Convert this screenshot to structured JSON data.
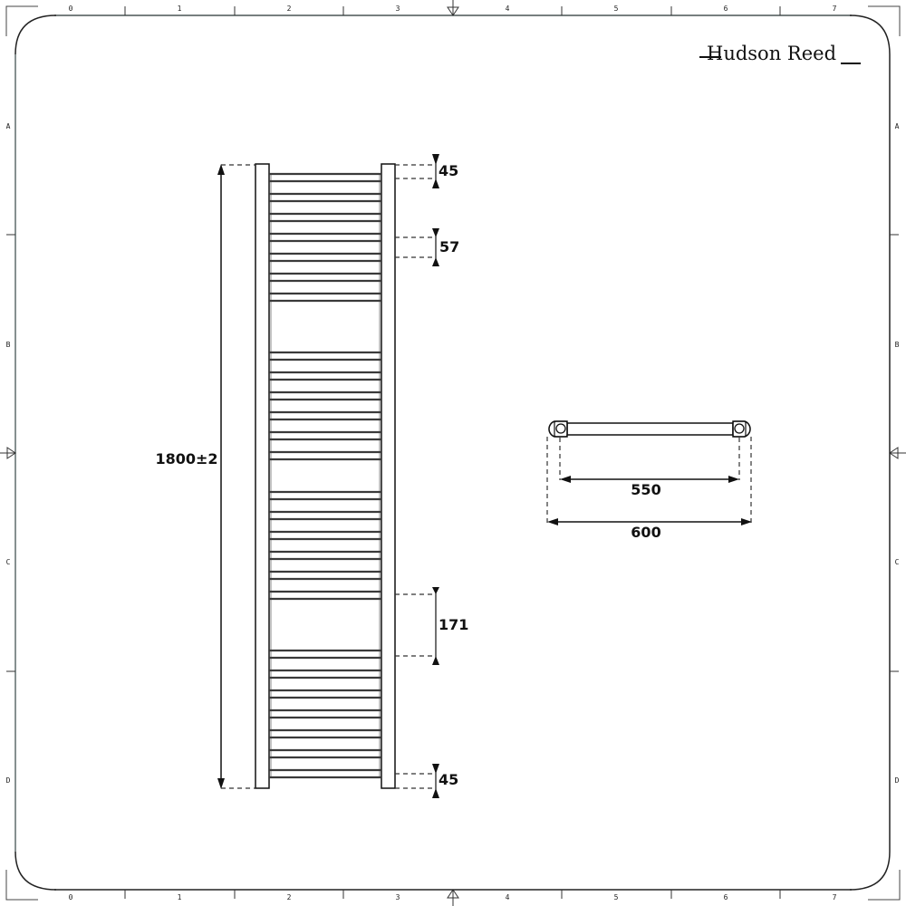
{
  "brand": {
    "name": "Hudson Reed"
  },
  "frame": {
    "column_labels": [
      "0",
      "1",
      "2",
      "3",
      "4",
      "5",
      "6",
      "7"
    ],
    "row_labels": [
      "A",
      "B",
      "C",
      "D"
    ]
  },
  "front_view": {
    "overall_height_label": "1800±2",
    "top_offset_label": "45",
    "rail_spacing_label": "57",
    "gap_label": "171",
    "bottom_offset_label": "45",
    "rail_groups": [
      {
        "rails": [
          192,
          214,
          236,
          258,
          280,
          302,
          324
        ]
      },
      {
        "rails": [
          389,
          411,
          433,
          455,
          477,
          499
        ]
      },
      {
        "rails": [
          543,
          565,
          587,
          609,
          631,
          653
        ]
      },
      {
        "rails": [
          718,
          740,
          762,
          784,
          806,
          828,
          850
        ]
      }
    ]
  },
  "top_view": {
    "centres_label": "550",
    "overall_width_label": "600"
  },
  "colors": {
    "line": "#111111",
    "frame": "#5f6b6b",
    "rail": "#3a3a3a"
  }
}
